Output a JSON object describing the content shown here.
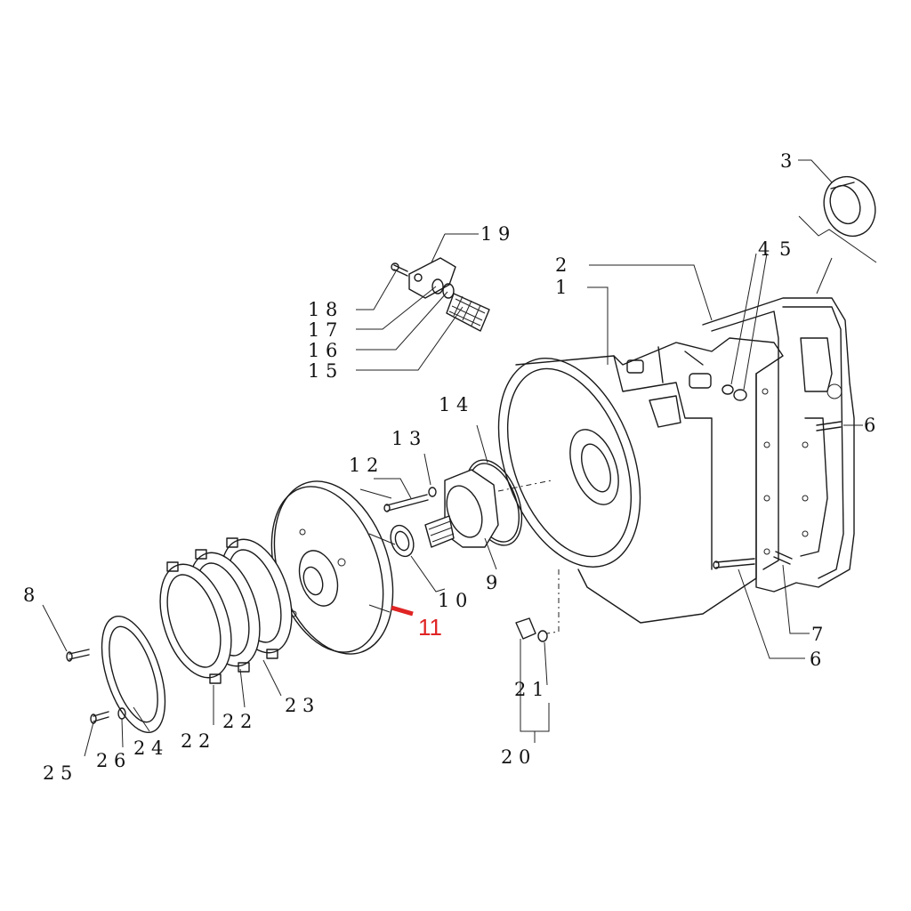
{
  "diagram": {
    "highlight_color": "#e02424",
    "callouts": {
      "p1": "1",
      "p2": "2",
      "p3": "3",
      "p4": "4",
      "p5": "5",
      "p6a": "6",
      "p6b": "6",
      "p7": "7",
      "p8": "8",
      "p9": "9",
      "p10": "1 0",
      "p11": "11",
      "p12": "1 2",
      "p13": "1 3",
      "p14": "1 4",
      "p15": "1 5",
      "p16": "1 6",
      "p17": "1 7",
      "p18": "1 8",
      "p19": "1 9",
      "p20": "2 0",
      "p21": "2 1",
      "p22a": "2 2",
      "p22b": "2 2",
      "p23": "2 3",
      "p24": "2 4",
      "p25": "2 5",
      "p26": "2 6"
    }
  }
}
